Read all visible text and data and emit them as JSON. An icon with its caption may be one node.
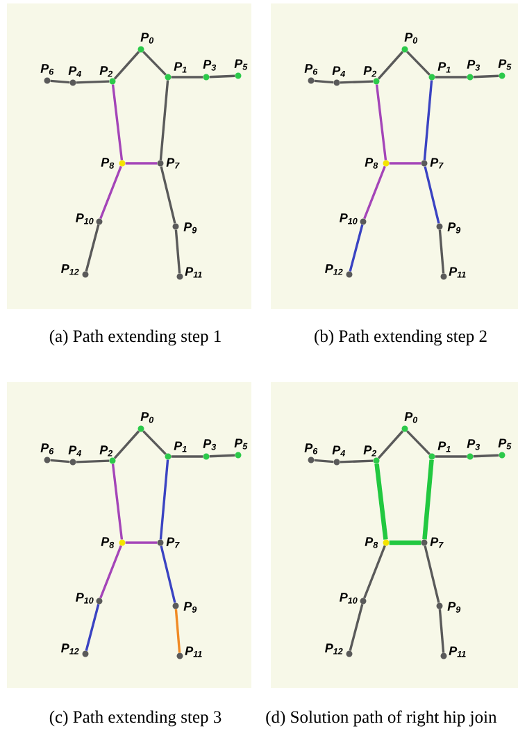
{
  "diagram": {
    "nodes": [
      {
        "text": [],
        "shape": "box",
        "beside": [
          "(a) Path extending step 1"
        ]
      },
      {
        "text": [],
        "shape": "circle",
        "beside": [
          "P$_{0}$"
        ],
        "in": 0
      },
      {
        "text": [],
        "shape": "circle",
        "beside": [
          "P$_{1}$"
        ],
        "in": 0
      },
      {
        "text": [],
        "shape": "circle",
        "beside": [
          "P$_{2}$"
        ],
        "in": 0
      },
      {
        "text": [],
        "shape": "circle",
        "beside": [
          "P$_{3}$"
        ],
        "in": 0
      },
      {
        "text": [],
        "shape": "circle",
        "beside": [
          "P$_{4}$"
        ],
        "in": 0
      },
      {
        "text": [],
        "shape": "circle",
        "beside": [
          "P$_{5}$"
        ],
        "in": 0
      },
      {
        "text": [],
        "shape": "circle",
        "beside": [
          "P$_{6}$"
        ],
        "in": 0
      },
      {
        "text": [],
        "shape": "circle",
        "beside": [
          "P$_{7}$"
        ],
        "in": 0
      },
      {
        "text": [],
        "shape": "circle",
        "beside": [
          "P$_{8}$"
        ],
        "in": 0
      },
      {
        "text": [],
        "shape": "circle",
        "beside": [
          "P$_{9}$"
        ],
        "in": 0
      },
      {
        "text": [],
        "shape": "circle",
        "beside": [
          "P$_{10}$"
        ],
        "in": 0
      },
      {
        "text": [],
        "shape": "circle",
        "beside": [
          "P$_{11}$"
        ],
        "in": 0
      },
      {
        "text": [],
        "shape": "circle",
        "beside": [
          "P$_{12}$"
        ],
        "in": 0
      },
      {
        "text": [],
        "shape": "box",
        "beside": [
          "(b) Path extending step 2"
        ]
      },
      {
        "text": [],
        "shape": "circle",
        "beside": [
          "P$_{0}$"
        ],
        "in": 14
      },
      {
        "text": [],
        "shape": "circle",
        "beside": [
          "P$_{1}$"
        ],
        "in": 14
      },
      {
        "text": [],
        "shape": "circle",
        "beside": [
          "P$_{2}$"
        ],
        "in": 14
      },
      {
        "text": [],
        "shape": "circle",
        "beside": [
          "P$_{3}$"
        ],
        "in": 14
      },
      {
        "text": [],
        "shape": "circle",
        "beside": [
          "P$_{4}$"
        ],
        "in": 14
      },
      {
        "text": [],
        "shape": "circle",
        "beside": [
          "P$_{5}$"
        ],
        "in": 14
      },
      {
        "text": [],
        "shape": "circle",
        "beside": [
          "P$_{6}$"
        ],
        "in": 14
      },
      {
        "text": [],
        "shape": "circle",
        "beside": [
          "P$_{7}$"
        ],
        "in": 14
      },
      {
        "text": [],
        "shape": "circle",
        "beside": [
          "P$_{8}$"
        ],
        "in": 14
      },
      {
        "text": [],
        "shape": "circle",
        "beside": [
          "P$_{9}$"
        ],
        "in": 14
      },
      {
        "text": [],
        "shape": "circle",
        "beside": [
          "P$_{10}$"
        ],
        "in": 14
      },
      {
        "text": [],
        "shape": "circle",
        "beside": [
          "P$_{11}$"
        ],
        "in": 14
      },
      {
        "text": [],
        "shape": "circle",
        "beside": [
          "P$_{12}$"
        ],
        "in": 14
      },
      {
        "text": [],
        "shape": "box",
        "beside": [
          "(c) Path extending step 3"
        ]
      },
      {
        "text": [],
        "shape": "circle",
        "beside": [
          "P$_{0}$"
        ],
        "in": 28
      },
      {
        "text": [],
        "shape": "circle",
        "beside": [
          "P$_{1}$"
        ],
        "in": 28
      },
      {
        "text": [],
        "shape": "circle",
        "beside": [
          "P$_{2}$"
        ],
        "in": 28
      },
      {
        "text": [],
        "shape": "circle",
        "beside": [
          "P$_{3}$"
        ],
        "in": 28
      },
      {
        "text": [],
        "shape": "circle",
        "beside": [
          "P$_{4}$"
        ],
        "in": 28
      },
      {
        "text": [],
        "shape": "circle",
        "beside": [
          "P$_{5}$"
        ],
        "in": 28
      },
      {
        "text": [],
        "shape": "circle",
        "beside": [
          "P$_{6}$"
        ],
        "in": 28
      },
      {
        "text": [],
        "shape": "circle",
        "beside": [
          "P$_{7}$"
        ],
        "in": 28
      },
      {
        "text": [],
        "shape": "circle",
        "beside": [
          "P$_{8}$"
        ],
        "in": 28
      },
      {
        "text": [],
        "shape": "circle",
        "beside": [
          "P$_{9}$"
        ],
        "in": 28
      },
      {
        "text": [],
        "shape": "circle",
        "beside": [
          "P$_{10}$"
        ],
        "in": 28
      },
      {
        "text": [],
        "shape": "circle",
        "beside": [
          "P$_{11}$"
        ],
        "in": 28
      },
      {
        "text": [],
        "shape": "circle",
        "beside": [
          "P$_{12}$"
        ],
        "in": 28
      },
      {
        "text": [],
        "shape": "box",
        "beside": [
          "(d) Solution path of right hip join"
        ]
      },
      {
        "text": [],
        "shape": "circle",
        "beside": [
          "P$_{0}$"
        ],
        "in": 42
      },
      {
        "text": [],
        "shape": "circle",
        "beside": [
          "P$_{1}$"
        ],
        "in": 42
      },
      {
        "text": [],
        "shape": "circle",
        "beside": [
          "P$_{2}$"
        ],
        "in": 42
      },
      {
        "text": [],
        "shape": "circle",
        "beside": [
          "P$_{3}$"
        ],
        "in": 42
      },
      {
        "text": [],
        "shape": "circle",
        "beside": [
          "P$_{4}$"
        ],
        "in": 42
      },
      {
        "text": [],
        "shape": "circle",
        "beside": [
          "P$_{5}$"
        ],
        "in": 42
      },
      {
        "text": [],
        "shape": "circle",
        "beside": [
          "P$_{6}$"
        ],
        "in": 42
      },
      {
        "text": [],
        "shape": "circle",
        "beside": [
          "P$_{7}$"
        ],
        "in": 42
      },
      {
        "text": [],
        "shape": "circle",
        "beside": [
          "P$_{8}$"
        ],
        "in": 42
      },
      {
        "text": [],
        "shape": "circle",
        "beside": [
          "P$_{9}$"
        ],
        "in": 42
      },
      {
        "text": [],
        "shape": "circle",
        "beside": [
          "P$_{10}$"
        ],
        "in": 42
      },
      {
        "text": [],
        "shape": "circle",
        "beside": [
          "P$_{11}$"
        ],
        "in": 42
      },
      {
        "text": [],
        "shape": "circle",
        "beside": [
          "P$_{12}$"
        ],
        "in": 42
      }
    ],
    "edges": [
      {
        "from": 1,
        "to": 2,
        "arrow": "none"
      },
      {
        "from": 1,
        "to": 3,
        "arrow": "none"
      },
      {
        "from": 2,
        "to": 4,
        "arrow": "none"
      },
      {
        "from": 4,
        "to": 6,
        "arrow": "none"
      },
      {
        "from": 3,
        "to": 5,
        "arrow": "none"
      },
      {
        "from": 5,
        "to": 7,
        "arrow": "none"
      },
      {
        "from": 3,
        "to": 9,
        "arrow": "none",
        "color": "#a445b8"
      },
      {
        "from": 2,
        "to": 8,
        "arrow": "none"
      },
      {
        "from": 8,
        "to": 9,
        "arrow": "none",
        "color": "#a445b8"
      },
      {
        "from": 9,
        "to": 11,
        "arrow": "none",
        "color": "#a445b8"
      },
      {
        "from": 11,
        "to": 13,
        "arrow": "none"
      },
      {
        "from": 8,
        "to": 10,
        "arrow": "none"
      },
      {
        "from": 10,
        "to": 12,
        "arrow": "none"
      },
      {
        "from": 15,
        "to": 16,
        "arrow": "none"
      },
      {
        "from": 15,
        "to": 17,
        "arrow": "none"
      },
      {
        "from": 16,
        "to": 18,
        "arrow": "none"
      },
      {
        "from": 18,
        "to": 20,
        "arrow": "none"
      },
      {
        "from": 17,
        "to": 19,
        "arrow": "none"
      },
      {
        "from": 19,
        "to": 21,
        "arrow": "none"
      },
      {
        "from": 17,
        "to": 23,
        "arrow": "none",
        "color": "#a445b8"
      },
      {
        "from": 16,
        "to": 22,
        "arrow": "none",
        "color": "#3a43c2"
      },
      {
        "from": 22,
        "to": 23,
        "arrow": "none",
        "color": "#a445b8"
      },
      {
        "from": 23,
        "to": 25,
        "arrow": "none",
        "color": "#a445b8"
      },
      {
        "from": 25,
        "to": 27,
        "arrow": "none",
        "color": "#3a43c2"
      },
      {
        "from": 22,
        "to": 24,
        "arrow": "none",
        "color": "#3a43c2"
      },
      {
        "from": 24,
        "to": 26,
        "arrow": "none"
      },
      {
        "from": 29,
        "to": 30,
        "arrow": "none"
      },
      {
        "from": 29,
        "to": 31,
        "arrow": "none"
      },
      {
        "from": 30,
        "to": 32,
        "arrow": "none"
      },
      {
        "from": 32,
        "to": 34,
        "arrow": "none"
      },
      {
        "from": 31,
        "to": 33,
        "arrow": "none"
      },
      {
        "from": 33,
        "to": 35,
        "arrow": "none"
      },
      {
        "from": 31,
        "to": 37,
        "arrow": "none",
        "color": "#a445b8"
      },
      {
        "from": 30,
        "to": 36,
        "arrow": "none",
        "color": "#3a43c2"
      },
      {
        "from": 36,
        "to": 37,
        "arrow": "none",
        "color": "#a445b8"
      },
      {
        "from": 37,
        "to": 39,
        "arrow": "none",
        "color": "#a445b8"
      },
      {
        "from": 39,
        "to": 41,
        "arrow": "none",
        "color": "#3a43c2"
      },
      {
        "from": 36,
        "to": 38,
        "arrow": "none",
        "color": "#3a43c2"
      },
      {
        "from": 38,
        "to": 40,
        "arrow": "none",
        "color": "#f08a24"
      },
      {
        "from": 43,
        "to": 44,
        "arrow": "none"
      },
      {
        "from": 43,
        "to": 45,
        "arrow": "none"
      },
      {
        "from": 44,
        "to": 46,
        "arrow": "none"
      },
      {
        "from": 46,
        "to": 48,
        "arrow": "none"
      },
      {
        "from": 45,
        "to": 47,
        "arrow": "none"
      },
      {
        "from": 47,
        "to": 49,
        "arrow": "none"
      },
      {
        "from": 45,
        "to": 51,
        "arrow": "none",
        "color": "#22c840",
        "style": "thick"
      },
      {
        "from": 44,
        "to": 50,
        "arrow": "none",
        "color": "#22c840",
        "style": "thick"
      },
      {
        "from": 50,
        "to": 51,
        "arrow": "none",
        "color": "#22c840",
        "style": "thick"
      },
      {
        "from": 51,
        "to": 53,
        "arrow": "none"
      },
      {
        "from": 53,
        "to": 55,
        "arrow": "none"
      },
      {
        "from": 50,
        "to": 52,
        "arrow": "none"
      },
      {
        "from": 52,
        "to": 54,
        "arrow": "none"
      }
    ]
  }
}
